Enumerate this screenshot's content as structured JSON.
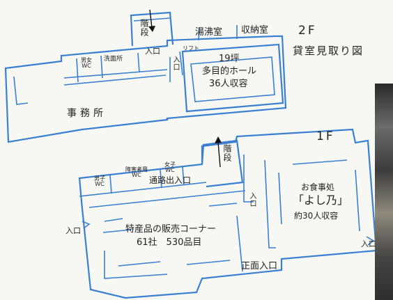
{
  "colors": {
    "wall": "#3a7fd0",
    "text": "#222222",
    "background": "#f7f7f4"
  },
  "header": {
    "floor_2f": "2F",
    "title": "貸室見取り図",
    "floor_1f": "1F"
  },
  "floor2": {
    "stairs": "階段",
    "boiler_room": "湯沸室",
    "storage": "収納室",
    "unisex_wc": "男女\nWC",
    "washroom": "洗面所",
    "entrance": "入口",
    "lift": "リフト",
    "entrance_vertical": "入口",
    "hall_size": "19坪",
    "hall_name": "多目的ホール",
    "hall_capacity": "36人収容",
    "office": "事務所"
  },
  "floor1": {
    "stairs": "階段",
    "mens_wc": "男子\nWC",
    "accessible_wc": "障害者用\nWC",
    "womens_wc": "女子\nWC",
    "passage_exit": "通路出入口",
    "entrance_vertical": "入口",
    "dining_label": "お食事処",
    "dining_name": "「よし乃」",
    "dining_capacity": "約30人収容",
    "entrance_left": "入口",
    "entrance_right": "入口",
    "shop_name": "特産品の販売コーナー",
    "shop_stats": "61社　530品目",
    "main_entrance": "正面入口"
  }
}
